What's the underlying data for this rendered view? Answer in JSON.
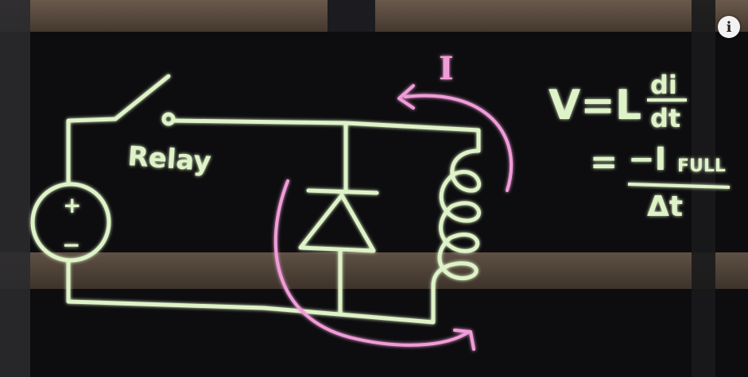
{
  "scene": {
    "colors": {
      "background": "#0d0d0f",
      "neon_green": "#dff3c8",
      "neon_pink": "#f19cd9",
      "wood": "#6b5a4a"
    },
    "labels": {
      "relay": "Relay",
      "source_plus": "+",
      "source_minus": "−",
      "current": "I"
    },
    "equation": {
      "v_eq_l": "V=L",
      "di": "di",
      "dt": "dt",
      "eq2": "=",
      "minus_i": "−I",
      "full": "FULL",
      "delta_t": "Δt"
    }
  },
  "controls": {
    "info_icon": "info-icon",
    "info_label": "i"
  }
}
